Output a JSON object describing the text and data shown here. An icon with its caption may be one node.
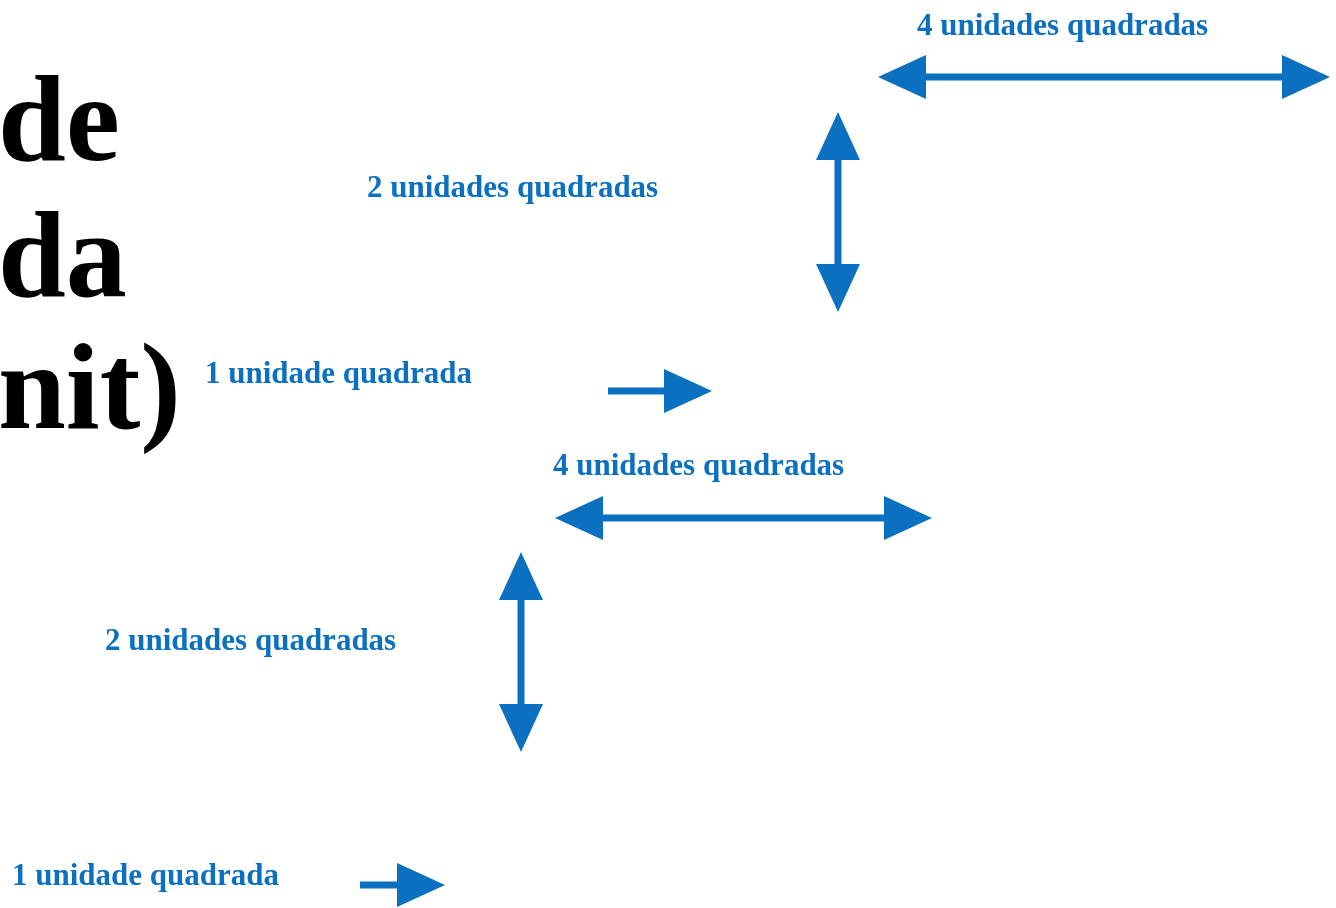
{
  "diagram": {
    "labels": [
      "4 unidades quadradas",
      "de",
      "2 unidades quadradas",
      "da",
      "1 unidade quadrada",
      "nit)",
      "4 unidades quadradas",
      "2 unidades quadradas",
      "1 unidade quadrada"
    ]
  }
}
